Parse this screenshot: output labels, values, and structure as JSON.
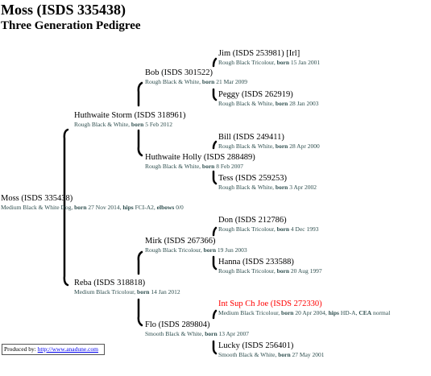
{
  "title": "Moss (ISDS 335438)",
  "subtitle": "Three Generation Pedigree",
  "dogs": {
    "moss": {
      "name": "Moss (ISDS 335438)",
      "desc": "Medium Black & White Dog, ",
      "born": "born",
      "born_date": " 27 Nov 2014, ",
      "hips": "hips",
      "hips_val": " FCI-A2, ",
      "elbows": "elbows",
      "elbows_val": " 0/0"
    },
    "huthwaite_storm": {
      "name": "Huthwaite Storm (ISDS 318961)",
      "desc": "Rough Black & White, ",
      "born": "born",
      "born_date": " 5 Feb 2012"
    },
    "reba": {
      "name": "Reba (ISDS 318818)",
      "desc": "Medium Black Tricolour, ",
      "born": "born",
      "born_date": " 14 Jan 2012"
    },
    "bob": {
      "name": "Bob (ISDS 301522)",
      "desc": "Rough Black & White, ",
      "born": "born",
      "born_date": " 21 Mar 2009"
    },
    "huthwaite_holly": {
      "name": "Huthwaite Holly (ISDS 288489)",
      "desc": "Rough Black & White, ",
      "born": "born",
      "born_date": " 8 Feb 2007"
    },
    "mirk": {
      "name": "Mirk (ISDS 267366)",
      "desc": "Rough Black Tricolour, ",
      "born": "born",
      "born_date": " 19 Jun 2003"
    },
    "flo": {
      "name": "Flo (ISDS 289804)",
      "desc": "Smooth Black & White, ",
      "born": "born",
      "born_date": " 13 Apr 2007"
    },
    "jim": {
      "name": "Jim (ISDS 253981) [Irl]",
      "desc": "Rough Black Tricolour, ",
      "born": "born",
      "born_date": " 15 Jan 2001"
    },
    "peggy": {
      "name": "Peggy (ISDS 262919)",
      "desc": "Rough Black & White, ",
      "born": "born",
      "born_date": " 28 Jan 2003"
    },
    "bill": {
      "name": "Bill (ISDS 249411)",
      "desc": "Rough Black & White, ",
      "born": "born",
      "born_date": " 28 Apr 2000"
    },
    "tess": {
      "name": "Tess (ISDS 259253)",
      "desc": "Rough Black & White, ",
      "born": "born",
      "born_date": " 3 Apr 2002"
    },
    "don": {
      "name": "Don (ISDS 212786)",
      "desc": "Rough Black Tricolour, ",
      "born": "born",
      "born_date": " 4 Dec 1993"
    },
    "hanna": {
      "name": "Hanna (ISDS 233588)",
      "desc": "Rough Black Tricolour, ",
      "born": "born",
      "born_date": " 20 Aug 1997"
    },
    "joe": {
      "name": "Int Sup Ch Joe (ISDS 272330)",
      "desc": "Medium Black Tricolour, ",
      "born": "born",
      "born_date": " 20 Apr 2004, ",
      "hips": "hips",
      "hips_val": " HD-A, ",
      "cea": "CEA",
      "cea_val": " normal"
    },
    "lucky": {
      "name": "Lucky (ISDS 256401)",
      "desc": "Smooth Black & White, ",
      "born": "born",
      "born_date": " 27 May 2001"
    }
  },
  "credit": {
    "label": "Produced by: ",
    "link": "http://www.anadune.com"
  },
  "colors": {
    "details": "#2f4f4f",
    "highlight": "#ff0000",
    "link": "#0000ee"
  }
}
